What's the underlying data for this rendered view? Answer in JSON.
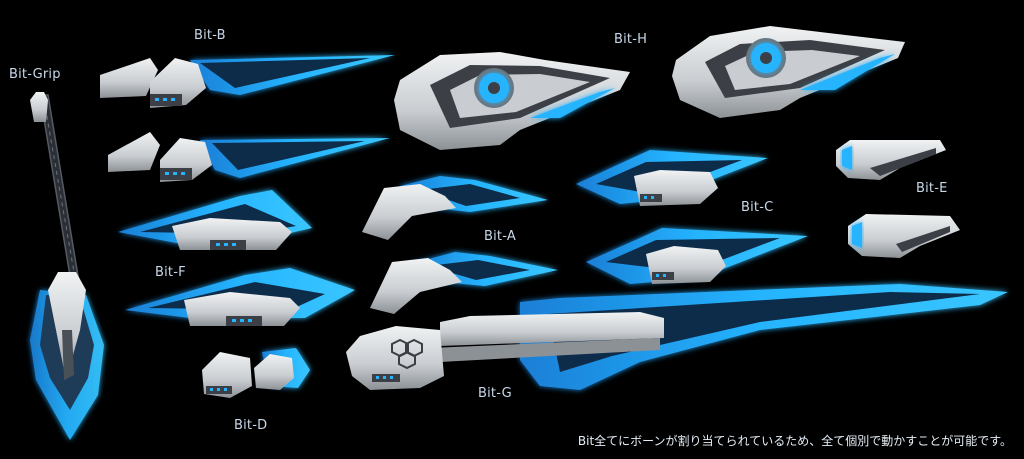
{
  "labels": {
    "bit_grip": "Bit-Grip",
    "bit_b": "Bit-B",
    "bit_h": "Bit-H",
    "bit_c": "Bit-C",
    "bit_e": "Bit-E",
    "bit_a": "Bit-A",
    "bit_f": "Bit-F",
    "bit_d": "Bit-D",
    "bit_g": "Bit-G"
  },
  "caption": "Bit全てにボーンが割り当てられているため、全て個別で動かすことが可能です。",
  "colors": {
    "background": "#000000",
    "glow": "#25b4ff",
    "glow_core": "#8fe6ff",
    "armor": "#d9dde0",
    "armor_shadow": "#8c9196",
    "dark_panel": "#3c4046",
    "label_text": "#c8d8e8"
  }
}
